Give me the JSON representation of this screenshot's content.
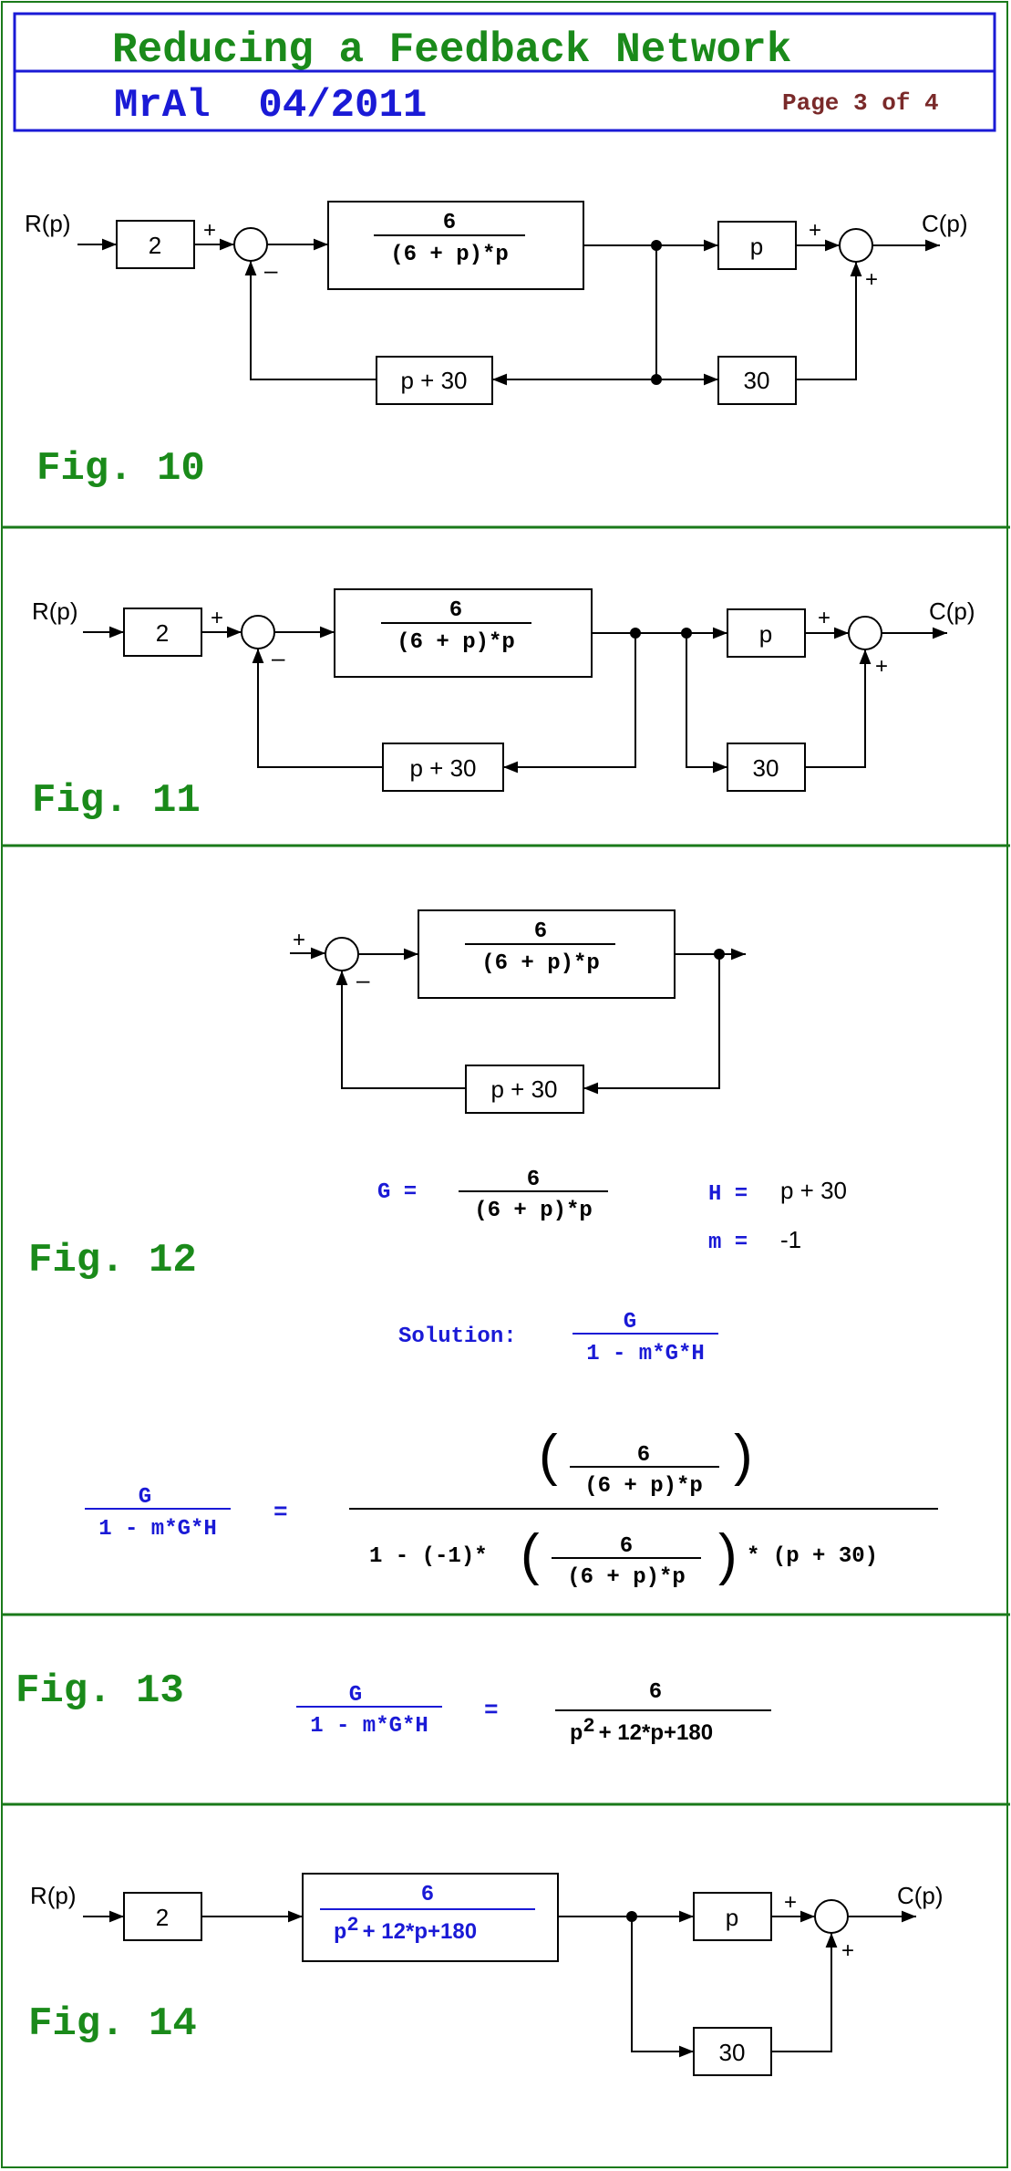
{
  "header": {
    "title": "Reducing a Feedback Network",
    "author_date": "MrAl  04/2011",
    "page_indicator": "Page 3 of 4"
  },
  "colors": {
    "border_green": "#1a7a1a",
    "title_green": "#1a8a1a",
    "header_blue": "#1a1ad6",
    "page_maroon": "#7a2a2a",
    "fig_green": "#1a8a1a",
    "math_blue": "#1a1ad6",
    "ink": "#000000"
  },
  "common": {
    "input_label": "R(p)",
    "output_label": "C(p)",
    "gain_2": "2",
    "block_p": "p",
    "block_30": "30",
    "feedback_block": "p + 30",
    "plus": "+",
    "minus": "–",
    "tf_num": "6",
    "tf_den": "(6 + p)*p"
  },
  "fig10": {
    "label": "Fig. 10"
  },
  "fig11": {
    "label": "Fig. 11"
  },
  "fig12": {
    "label": "Fig. 12",
    "g_label": "G =",
    "h_label": "H =",
    "h_value": "p + 30",
    "m_label": "m =",
    "m_value": "-1",
    "solution_label": "Solution:",
    "sol_num": "G",
    "sol_den": "1 - m*G*H",
    "eq_sign": "=",
    "den_prefix": "1 - (-1)*",
    "den_suffix": "* (p + 30)"
  },
  "fig13": {
    "label": "Fig. 13",
    "lhs_num": "G",
    "lhs_den": "1 - m*G*H",
    "eq_sign": "=",
    "rhs_num": "6",
    "rhs_den_p": "p",
    "rhs_den_exp": "2",
    "rhs_den_rest": "+ 12*p+180"
  },
  "fig14": {
    "label": "Fig. 14",
    "tf_num": "6",
    "tf_den_p": "p",
    "tf_den_exp": "2",
    "tf_den_rest": "+ 12*p+180"
  }
}
